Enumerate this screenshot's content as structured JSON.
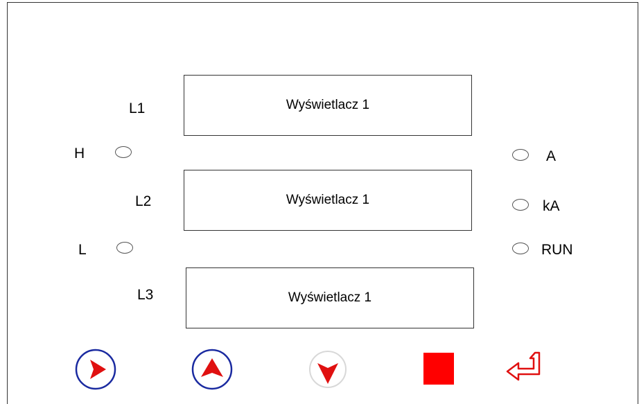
{
  "lines": [
    {
      "label": "L1",
      "display_text": "Wyświetlacz 1"
    },
    {
      "label": "L2",
      "display_text": "Wyświetlacz 1"
    },
    {
      "label": "L3",
      "display_text": "Wyświetlacz 1"
    }
  ],
  "left_indicators": [
    {
      "label": "H"
    },
    {
      "label": "L"
    }
  ],
  "right_indicators": [
    {
      "label": "A"
    },
    {
      "label": "kA"
    },
    {
      "label": "RUN"
    }
  ],
  "buttons": [
    {
      "icon": "play-right-icon",
      "color": "#e01010",
      "ring": "#1a2aa0"
    },
    {
      "icon": "arrow-up-icon",
      "color": "#e01010",
      "ring": "#1a2aa0"
    },
    {
      "icon": "arrow-down-icon",
      "color": "#e01010",
      "ring": "#d8d8d8"
    },
    {
      "icon": "stop-square-icon",
      "color": "#ff0000"
    },
    {
      "icon": "enter-return-icon",
      "color": "#e01010"
    }
  ]
}
